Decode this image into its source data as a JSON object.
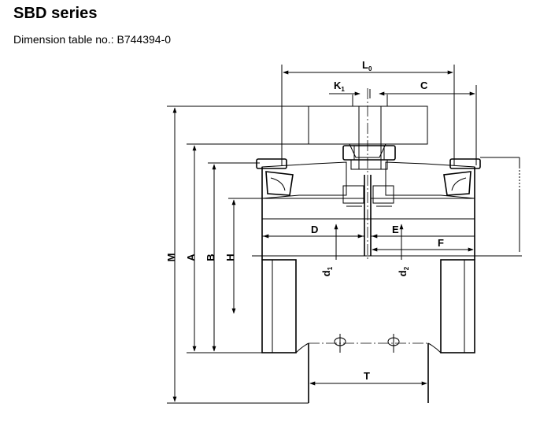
{
  "header": {
    "title": "SBD series",
    "subtitle": "Dimension table no.: B744394-0"
  },
  "dimensions": {
    "L0": {
      "main": "L",
      "sub": "0"
    },
    "K1": {
      "main": "K",
      "sub": "1"
    },
    "C": "C",
    "M": "M",
    "A": "A",
    "B": "B",
    "H": "H",
    "D": "D",
    "E": "E",
    "F": "F",
    "d1": {
      "main": "d",
      "sub": "1"
    },
    "d2": {
      "main": "d",
      "sub": "2"
    },
    "T": "T"
  }
}
